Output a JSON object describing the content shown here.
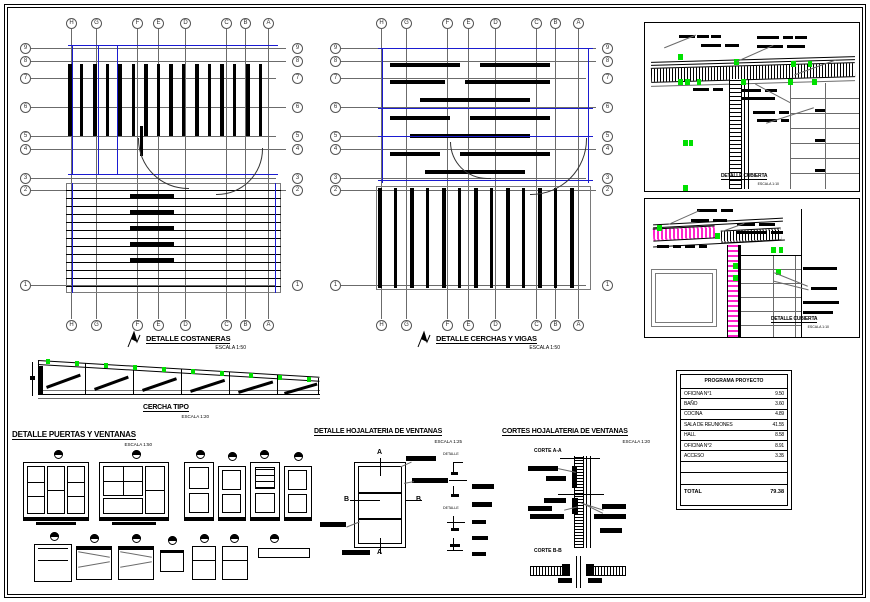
{
  "sheet": {
    "background": "#ffffff",
    "line_color": "#000000",
    "accent_blue": "#1b1bd0",
    "accent_green": "#00e000",
    "accent_magenta": "#ff22cc"
  },
  "drawings": [
    {
      "id": "costaneras",
      "title": "DETALLE COSTANERAS",
      "scale": "ESCALA 1:50"
    },
    {
      "id": "cerchas_vigas",
      "title": "DETALLE CERCHAS Y VIGAS",
      "scale": "ESCALA 1:50"
    },
    {
      "id": "cubierta_top",
      "title": "DETALLE CUBIERTA",
      "scale": "ESCALA 1:10"
    },
    {
      "id": "cubierta_bottom",
      "title": "DETALLE CUBIERTA",
      "scale": "ESCALA 1:10"
    },
    {
      "id": "cercha_tipo",
      "title": "CERCHA TIPO",
      "scale": "ESCALA 1:20"
    },
    {
      "id": "puertas_ventanas",
      "title": "DETALLE PUERTAS Y VENTANAS",
      "scale": "ESCALA 1:50"
    },
    {
      "id": "hojalateria",
      "title": "DETALLE HOJALATERIA DE VENTANAS",
      "scale": "ESCALA 1:25"
    },
    {
      "id": "cortes_hojalateria",
      "title": "CORTES HOJALATERIA DE VENTANAS",
      "scale": "ESCALA 1:20"
    }
  ],
  "section_marks": {
    "corte_aa": "CORTE A-A",
    "corte_bb": "CORTE B-B",
    "mark_a": "A",
    "mark_b": "B",
    "detalle": "DETALLE"
  },
  "grids": {
    "letters": [
      "H",
      "G",
      "F",
      "E",
      "D",
      "C",
      "B",
      "A"
    ],
    "numbers": [
      "9",
      "8",
      "7",
      "6",
      "5",
      "4",
      "3",
      "2",
      "1"
    ]
  },
  "program_table": {
    "header": "PROGRAMA PROYECTO",
    "rows": [
      {
        "name": "OFICINA N°1",
        "value": "9.50"
      },
      {
        "name": "BAÑO",
        "value": "3.60"
      },
      {
        "name": "COCINA",
        "value": "4.89"
      },
      {
        "name": "SALA DE REUNIONES",
        "value": "41.55"
      },
      {
        "name": "HALL",
        "value": "8.58"
      },
      {
        "name": "OFICINA N°2",
        "value": "8.91"
      },
      {
        "name": "ACCESO",
        "value": "3.35"
      }
    ],
    "blank_rows": 2,
    "total_label": "TOTAL",
    "total_value": "79.38"
  }
}
